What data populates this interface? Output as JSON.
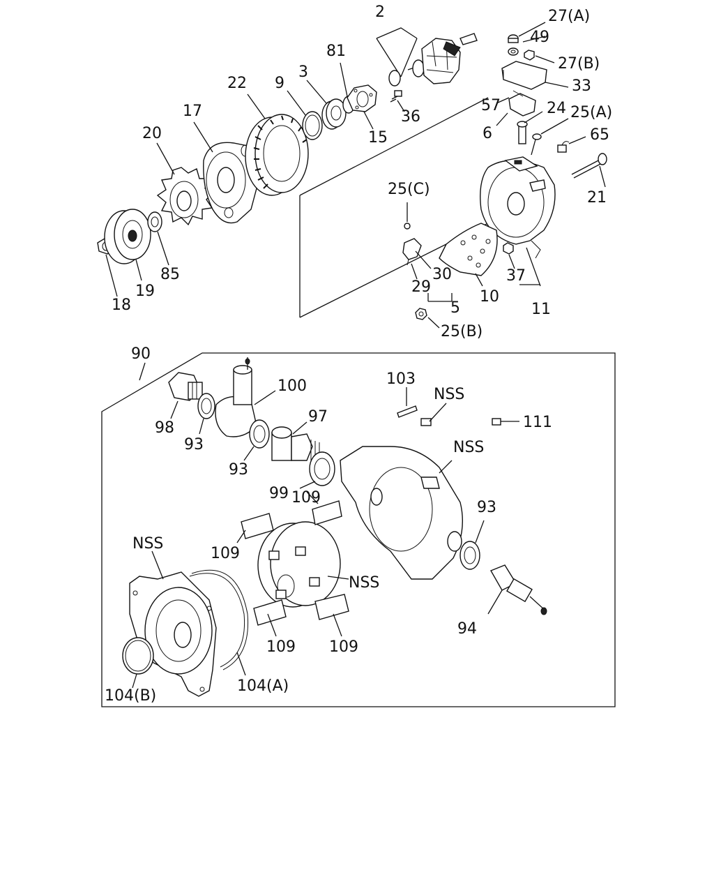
{
  "callouts": {
    "c2": "2",
    "c27a": "27(A)",
    "c49": "49",
    "c27b": "27(B)",
    "c81": "81",
    "c3": "3",
    "c9": "9",
    "c22": "22",
    "c33": "33",
    "c57": "57",
    "c24": "24",
    "c25a": "25(A)",
    "c17": "17",
    "c36": "36",
    "c6": "6",
    "c65": "65",
    "c20": "20",
    "c15": "15",
    "c25c": "25(C)",
    "c21": "21",
    "c85": "85",
    "c19": "19",
    "c18": "18",
    "c30": "30",
    "c37": "37",
    "c29": "29",
    "c10": "10",
    "c5": "5",
    "c11": "11",
    "c25b": "25(B)",
    "c90": "90",
    "c100": "100",
    "c103": "103",
    "c nss1": "NSS",
    "c97": "97",
    "c98": "98",
    "c93a": "93",
    "c111": "111",
    "c nss2": "NSS",
    "c93b": "93",
    "c99": "99",
    "c109a": "109",
    "c93c": "93",
    "c nss3": "NSS",
    "c109b": "109",
    "c nss4": "NSS",
    "c109c": "109",
    "c109d": "109",
    "c94": "94",
    "c104b": "104(B)",
    "c104a": "104(A)"
  }
}
